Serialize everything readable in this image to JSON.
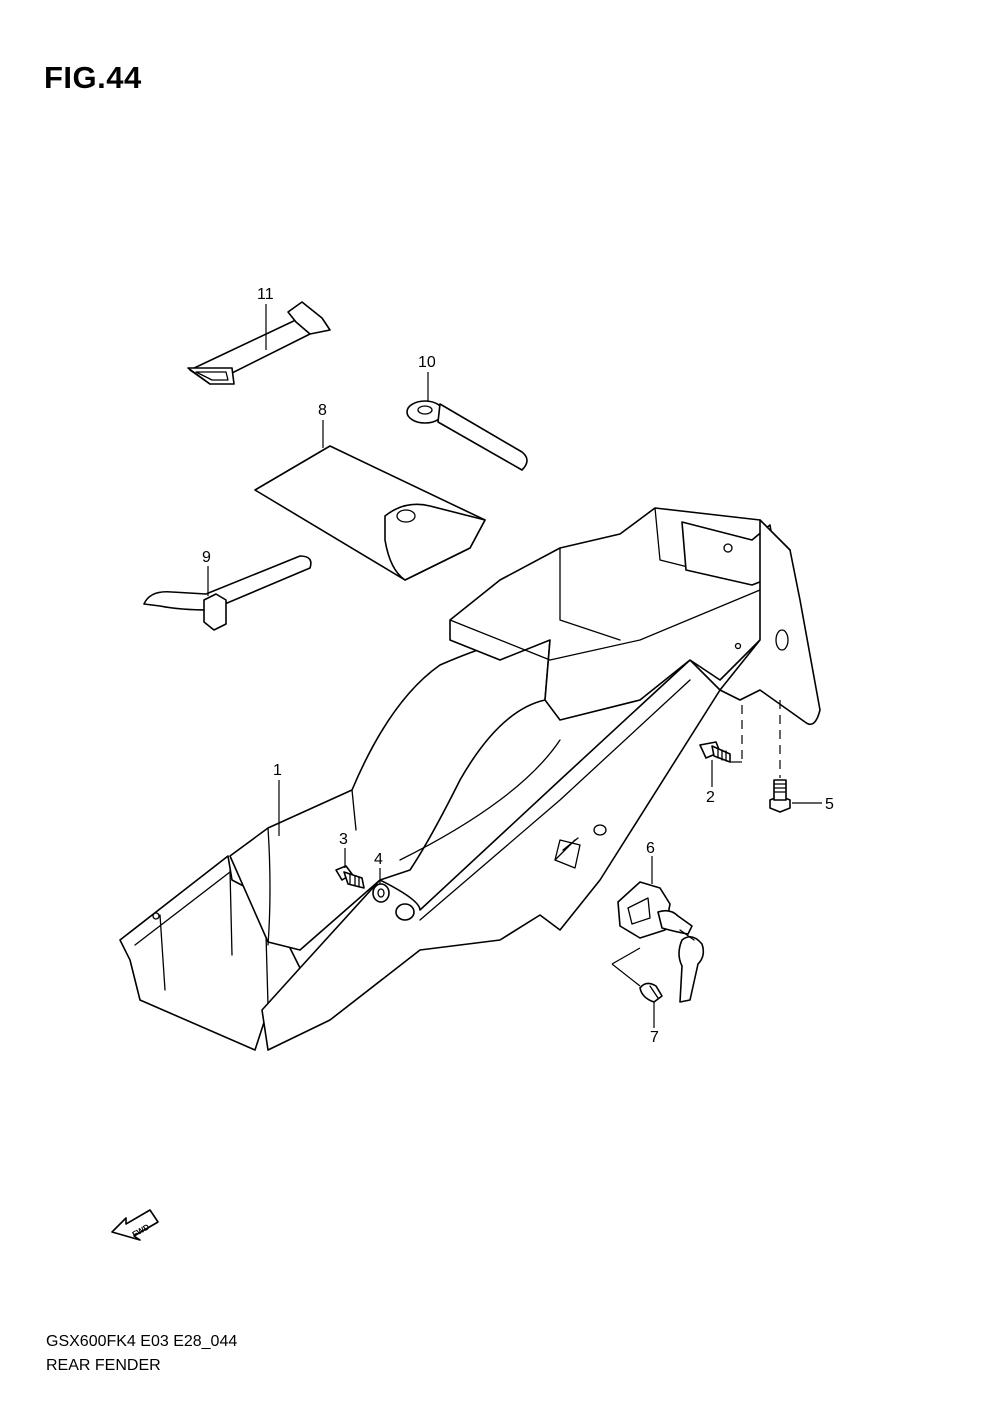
{
  "figure": {
    "title": "FIG.44"
  },
  "callouts": {
    "c1": "1",
    "c2": "2",
    "c3": "3",
    "c4": "4",
    "c5": "5",
    "c6": "6",
    "c7": "7",
    "c8": "8",
    "c9": "9",
    "c10": "10",
    "c11": "11"
  },
  "fwd_label": "FWD",
  "footer": {
    "code": "GSX600FK4 E03 E28_044",
    "name": "REAR FENDER"
  }
}
